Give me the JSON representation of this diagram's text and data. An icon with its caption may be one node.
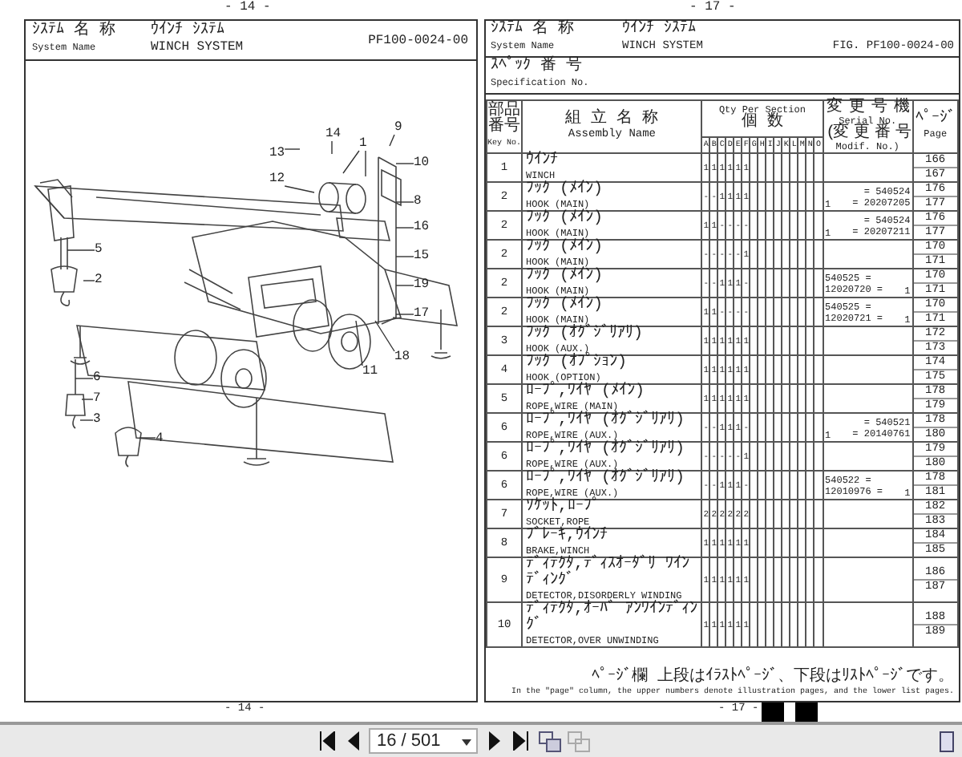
{
  "diagram": {
    "nodes": [
      {
        "text": [
          "14"
        ]
      },
      {
        "text": [
          "9"
        ]
      },
      {
        "text": [
          "13"
        ]
      },
      {
        "text": [
          "1"
        ]
      },
      {
        "text": [
          "10"
        ]
      },
      {
        "text": [
          "12"
        ]
      },
      {
        "text": [
          "8"
        ]
      },
      {
        "text": [
          "16"
        ]
      },
      {
        "text": [
          "15"
        ]
      },
      {
        "text": [
          "19"
        ]
      },
      {
        "text": [
          "17"
        ]
      },
      {
        "text": [
          "5"
        ]
      },
      {
        "text": [
          "2"
        ]
      },
      {
        "text": [
          "18"
        ]
      },
      {
        "text": [
          "11"
        ]
      },
      {
        "text": [
          "6"
        ]
      },
      {
        "text": [
          "7"
        ]
      },
      {
        "text": [
          "3"
        ]
      },
      {
        "text": [
          "4"
        ]
      }
    ],
    "edges": [
      {
        "from": 0,
        "to": null,
        "arrow": "none"
      },
      {
        "from": 1,
        "to": null,
        "arrow": "none"
      },
      {
        "from": 2,
        "to": null,
        "arrow": "none"
      },
      {
        "from": 3,
        "to": null,
        "arrow": "none"
      },
      {
        "from": 4,
        "to": null,
        "arrow": "none"
      },
      {
        "from": 5,
        "to": null,
        "arrow": "none"
      },
      {
        "from": 6,
        "to": null,
        "arrow": "none"
      },
      {
        "from": 7,
        "to": null,
        "arrow": "none"
      },
      {
        "from": 8,
        "to": null,
        "arrow": "none"
      },
      {
        "from": 9,
        "to": null,
        "arrow": "none"
      },
      {
        "from": 10,
        "to": null,
        "arrow": "none"
      },
      {
        "from": 11,
        "to": null,
        "arrow": "none"
      },
      {
        "from": 12,
        "to": null,
        "arrow": "none"
      },
      {
        "from": 13,
        "to": null,
        "arrow": "none"
      },
      {
        "from": 14,
        "to": null,
        "arrow": "none"
      },
      {
        "from": 15,
        "to": null,
        "arrow": "none"
      },
      {
        "from": 16,
        "to": null,
        "arrow": "none"
      },
      {
        "from": 17,
        "to": null,
        "arrow": "none"
      },
      {
        "from": 18,
        "to": null,
        "arrow": "none"
      }
    ],
    "labels": [
      "- 14 -",
      "ｼｽﾃﾑ 名 称",
      "System Name",
      "ｳｲﾝﾁ ｼｽﾃﾑ",
      "WINCH SYSTEM",
      "PF100-0024-00",
      "- 17 -",
      "ｼｽﾃﾑ 名 称",
      "System Name",
      "ｳｲﾝﾁ ｼｽﾃﾑ",
      "WINCH SYSTEM",
      "FIG. PF100-0024-00",
      "ｽﾍﾟｯｸ 番 号",
      "Specification No.",
      "部品番号",
      "Key No.",
      "組 立 名 称",
      "Assembly Name",
      "Qty Per Section",
      "個 数",
      "A",
      "B",
      "C",
      "D",
      "E",
      "F",
      "G",
      "H",
      "I",
      "J",
      "K",
      "L",
      "M",
      "N",
      "O",
      "変 更 号 機",
      "Serial No.",
      "(変 更 番 号",
      "Modif. No.)",
      "ﾍﾟｰｼﾞ",
      "Page",
      "1",
      "ｳｲﾝﾁ",
      "WINCH",
      "1",
      "1",
      "1",
      "1",
      "1",
      "1",
      "166",
      "167",
      "2",
      "ﾌｯｸ (ﾒｲﾝ)",
      "HOOK (MAIN)",
      "-",
      "-",
      "1",
      "1",
      "1",
      "1",
      "= 540524",
      "1",
      "= 20207205",
      "176",
      "177",
      "2",
      "ﾌｯｸ (ﾒｲﾝ)",
      "HOOK (MAIN)",
      "1",
      "1",
      "-",
      "-",
      "-",
      "-",
      "= 540524",
      "1",
      "= 20207211",
      "176",
      "177",
      "2",
      "ﾌｯｸ (ﾒｲﾝ)",
      "HOOK (MAIN)",
      "-",
      "-",
      "-",
      "-",
      "-",
      "1",
      "170",
      "171",
      "2",
      "ﾌｯｸ (ﾒｲﾝ)",
      "HOOK (MAIN)",
      "-",
      "-",
      "1",
      "1",
      "1",
      "-",
      "540525 =",
      "12020720 =",
      "1",
      "170",
      "171",
      "2",
      "ﾌｯｸ (ﾒｲﾝ)",
      "HOOK (MAIN)",
      "1",
      "1",
      "-",
      "-",
      "-",
      "-",
      "540525 =",
      "12020721 =",
      "1",
      "170",
      "171",
      "3",
      "ﾌｯｸ (ｵｸﾞｼﾞﾘｱﾘ)",
      "HOOK (AUX.)",
      "1",
      "1",
      "1",
      "1",
      "1",
      "1",
      "172",
      "173",
      "4",
      "ﾌｯｸ (ｵﾌﾟｼｮﾝ)",
      "HOOK (OPTION)",
      "1",
      "1",
      "1",
      "1",
      "1",
      "1",
      "174",
      "175",
      "5",
      "ﾛｰﾌﾟ,ﾜｲﾔ (ﾒｲﾝ)",
      "ROPE,WIRE (MAIN)",
      "1",
      "1",
      "1",
      "1",
      "1",
      "1",
      "178",
      "179",
      "6",
      "ﾛｰﾌﾟ,ﾜｲﾔ (ｵｸﾞｼﾞﾘｱﾘ)",
      "ROPE,WIRE (AUX.)",
      "-",
      "-",
      "1",
      "1",
      "1",
      "-",
      "= 540521",
      "1",
      "= 20140761",
      "178",
      "180",
      "6",
      "ﾛｰﾌﾟ,ﾜｲﾔ (ｵｸﾞｼﾞﾘｱﾘ)",
      "ROPE,WIRE (AUX.)",
      "-",
      "-",
      "-",
      "-",
      "-",
      "1",
      "179",
      "180",
      "6",
      "ﾛｰﾌﾟ,ﾜｲﾔ (ｵｸﾞｼﾞﾘｱﾘ)",
      "ROPE,WIRE (AUX.)",
      "-",
      "-",
      "1",
      "1",
      "1",
      "-",
      "540522 =",
      "12010976 =",
      "1",
      "178",
      "181",
      "7",
      "ｿｹｯﾄ,ﾛｰﾌﾟ",
      "SOCKET,ROPE",
      "2",
      "2",
      "2",
      "2",
      "2",
      "2",
      "182",
      "183",
      "8",
      "ﾌﾞﾚｰｷ,ｳｲﾝﾁ",
      "BRAKE,WINCH",
      "1",
      "1",
      "1",
      "1",
      "1",
      "1",
      "184",
      "185",
      "9",
      "ﾃﾞｨﾃｸﾀ,ﾃﾞｨｽｵｰﾀﾞﾘ ﾜｲﾝﾃﾞｨﾝｸﾞ",
      "DETECTOR,DISORDERLY WINDING",
      "1",
      "1",
      "1",
      "1",
      "1",
      "1",
      "186",
      "187",
      "10",
      "ﾃﾞｨﾃｸﾀ,ｵｰﾊﾞ ｱﾝﾜｲﾝﾃﾞｨﾝｸﾞ",
      "DETECTOR,OVER UNWINDING",
      "1",
      "1",
      "1",
      "1",
      "1",
      "1",
      "188",
      "189",
      "ﾍﾟｰｼﾞ欄 上段はｲﾗｽﾄﾍﾟｰｼﾞ、下段はﾘｽﾄﾍﾟｰｼﾞです。",
      "In the \"page\" column, the upper numbers denote illustration pages, and the lower list pages.",
      "- 14 -",
      "- 17 -",
      "16 / 501"
    ]
  }
}
